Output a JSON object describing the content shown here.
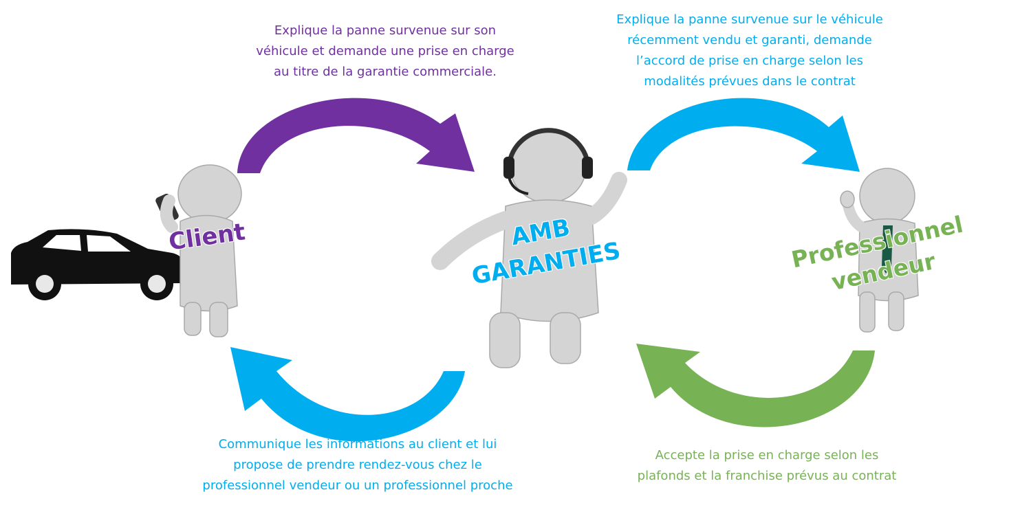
{
  "colors": {
    "purple": "#7030a0",
    "blue": "#00aeef",
    "green": "#77b255",
    "figure": "#d4d4d4",
    "figure_shade": "#a9a9a9",
    "car": "#111111"
  },
  "actors": {
    "client": "Client",
    "amb": "AMB\nGARANTIES",
    "professionnel": "Professionnel\nvendeur"
  },
  "flows": {
    "client_to_amb": "Explique la panne survenue sur son\nvéhicule et demande une prise en charge\nau titre de la garantie commerciale.",
    "amb_to_pro": "Explique la panne survenue sur le véhicule\nrécemment vendu et garanti, demande\nl’accord de prise en charge selon les\nmodalités prévues dans le contrat",
    "amb_to_client": "Communique les informations au client et lui\npropose de prendre rendez-vous chez le\nprofessionnel vendeur ou un professionnel proche",
    "pro_to_amb": "Accepte la prise en charge selon les\nplafonds et la franchise prévus au contrat"
  },
  "icons": {
    "car": "car-icon",
    "client": "person-phone-icon",
    "amb": "person-headset-icon",
    "pro": "businessman-thumbs-up-icon"
  }
}
